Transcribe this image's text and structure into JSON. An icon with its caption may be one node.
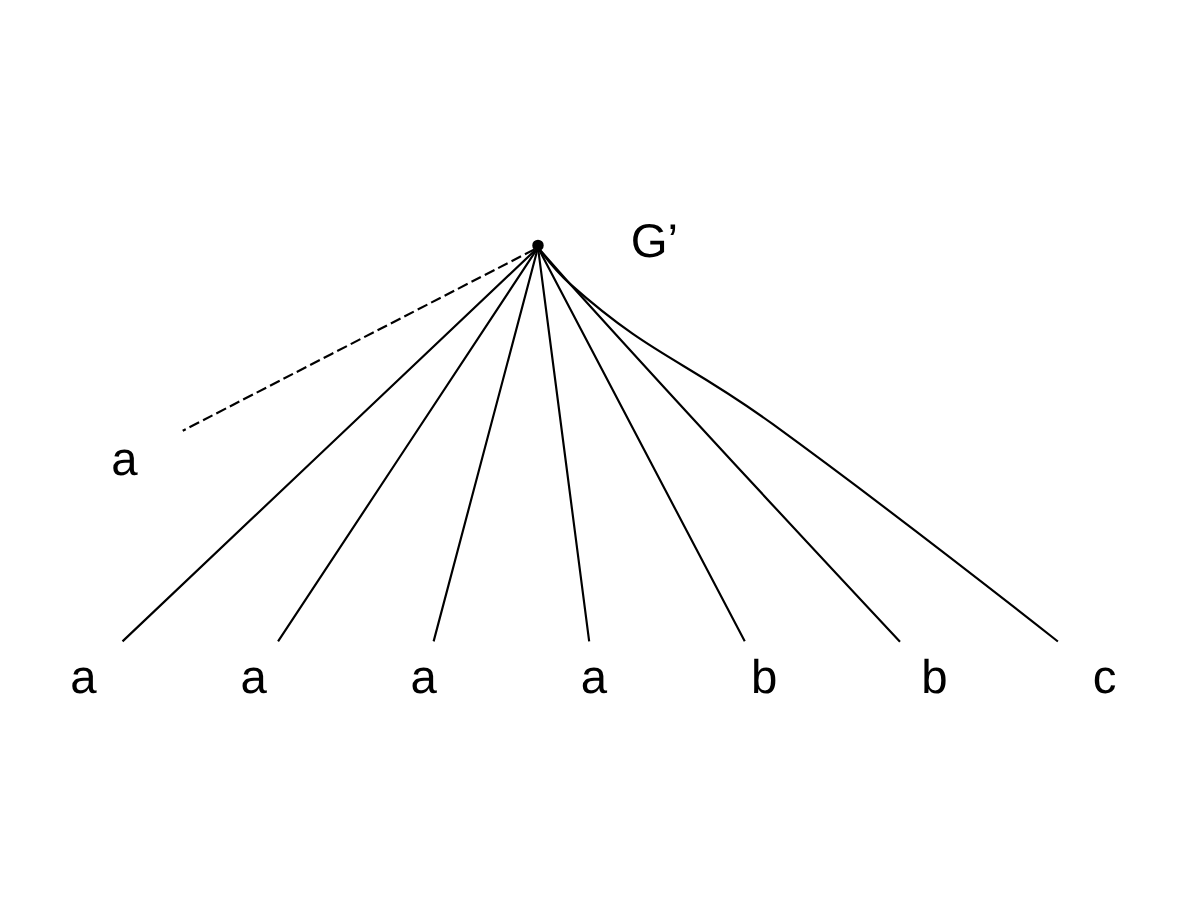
{
  "diagram": {
    "nodes": [
      {
        "text": [],
        "shape": "point"
      },
      {
        "text": [
          "a"
        ]
      },
      {
        "text": [
          "a"
        ]
      },
      {
        "text": [
          "a"
        ]
      },
      {
        "text": [
          "a"
        ]
      },
      {
        "text": [
          "a"
        ]
      },
      {
        "text": [
          "b"
        ]
      },
      {
        "text": [
          "b"
        ]
      },
      {
        "text": [
          "c"
        ]
      }
    ],
    "edges": [
      {
        "from": 0,
        "to": 1,
        "arrow": "none",
        "style": "dashed"
      },
      {
        "from": 0,
        "to": 2,
        "arrow": "none"
      },
      {
        "from": 0,
        "to": 3,
        "arrow": "none"
      },
      {
        "from": 0,
        "to": 4,
        "arrow": "none"
      },
      {
        "from": 0,
        "to": 5,
        "arrow": "none"
      },
      {
        "from": 0,
        "to": 6,
        "arrow": "none"
      },
      {
        "from": 0,
        "to": 7,
        "arrow": "none"
      },
      {
        "from": 0,
        "to": 8,
        "arrow": "none"
      }
    ],
    "labels": [
      "G’"
    ]
  }
}
